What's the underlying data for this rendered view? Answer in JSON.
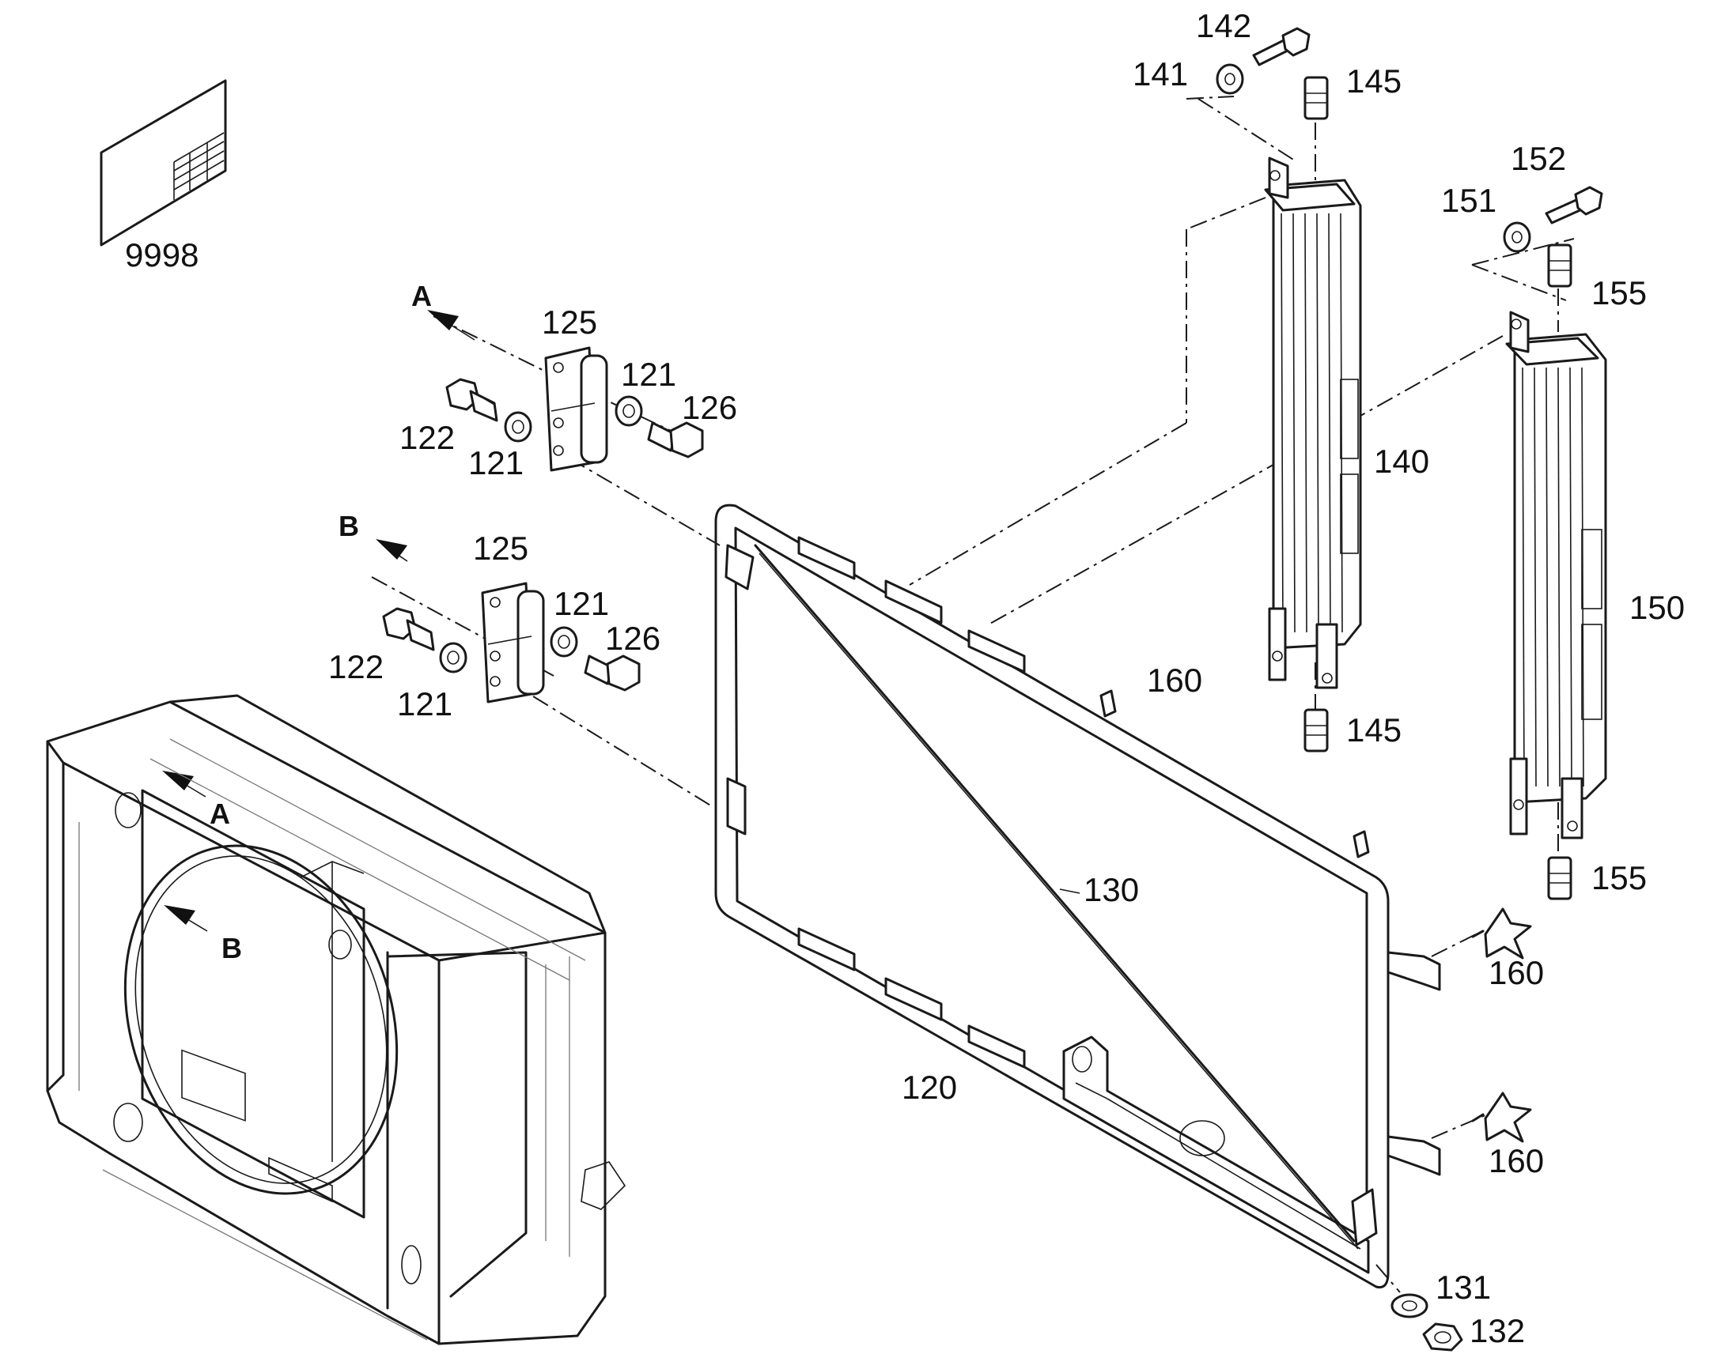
{
  "callouts": {
    "c9998": "9998",
    "c142": "142",
    "c141": "141",
    "c145_top": "145",
    "c145_bottom": "145",
    "c152": "152",
    "c151": "151",
    "c155_top": "155",
    "c155_bottom": "155",
    "c125_a": "125",
    "c121_a1": "121",
    "c126_a": "126",
    "c122_a": "122",
    "c121_a2": "121",
    "c140": "140",
    "c125_b": "125",
    "c121_b1": "121",
    "c126_b": "126",
    "c122_b": "122",
    "c121_b2": "121",
    "c150": "150",
    "c160_mid": "160",
    "c130": "130",
    "c160_r1": "160",
    "c160_r2": "160",
    "c120": "120",
    "c131": "131",
    "c132": "132"
  },
  "markers": {
    "arrow_a": "A",
    "arrow_b": "B",
    "frame_a": "A",
    "frame_b": "B"
  }
}
